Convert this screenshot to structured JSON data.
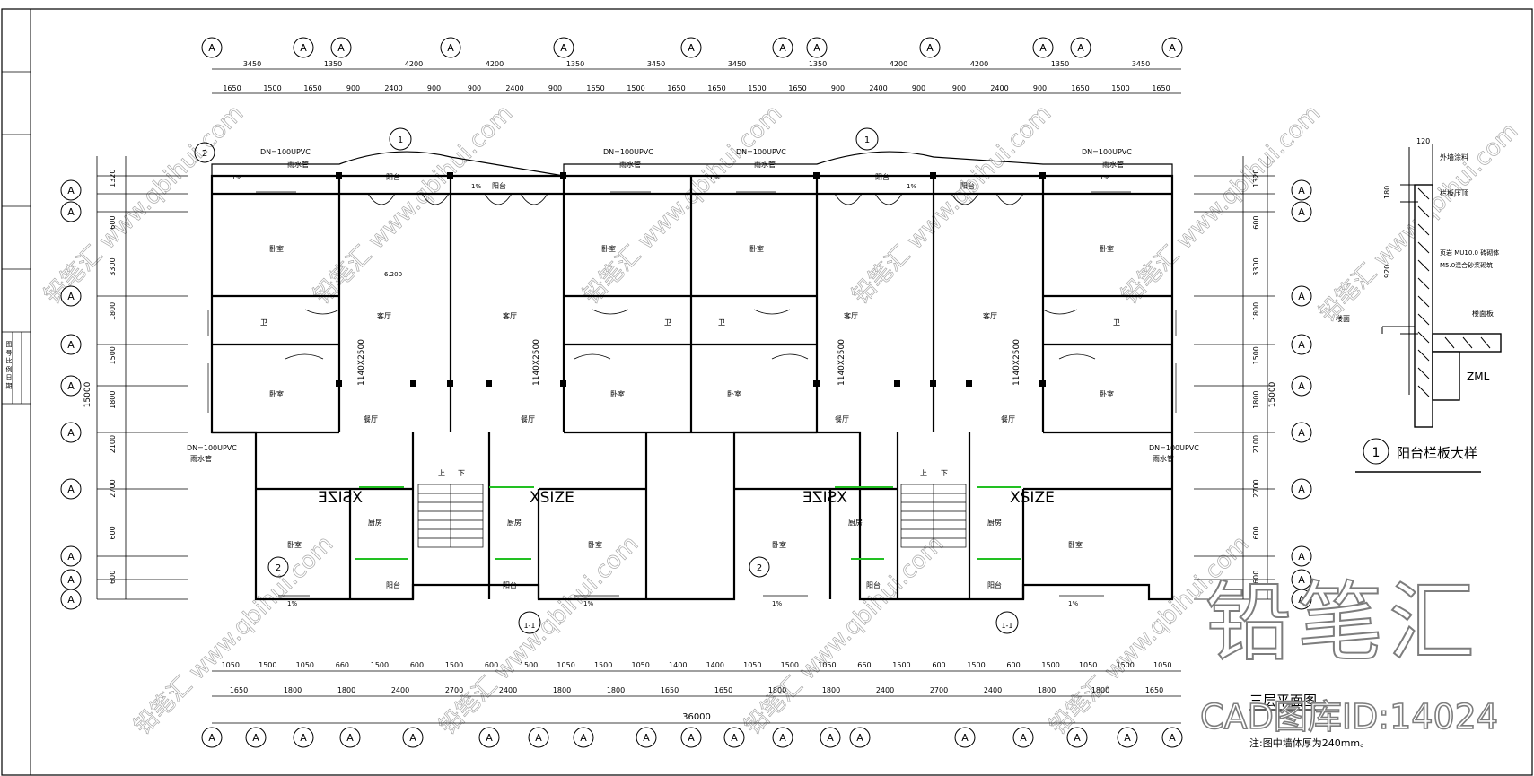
{
  "drawing": {
    "plan_title": "三层平面图",
    "plan_note": "注:图中墙体厚为240mm。",
    "axis_bubble_label": "A",
    "total_dimension": "36000",
    "top_dims_row1": [
      "3450",
      "1350",
      "4200",
      "4200",
      "1350",
      "3450",
      "3450",
      "1350",
      "4200",
      "4200",
      "1350",
      "3450"
    ],
    "top_dims_row2": [
      "1650",
      "1500",
      "1650",
      "900",
      "2400",
      "900",
      "900",
      "2400",
      "900",
      "1650",
      "1500",
      "1650",
      "1650",
      "1500",
      "1650",
      "900",
      "2400",
      "900",
      "900",
      "2400",
      "900",
      "1650",
      "1500",
      "1650"
    ],
    "bottom_dims_row1": [
      "1050",
      "1500",
      "1050",
      "660",
      "1500",
      "600",
      "1500",
      "600",
      "1500",
      "1050",
      "1500",
      "1050",
      "1400",
      "1400",
      "1050",
      "1500",
      "1050",
      "660",
      "1500",
      "600",
      "1500",
      "600",
      "1500",
      "1050",
      "1500",
      "1050"
    ],
    "bottom_dims_row2": [
      "1650",
      "1800",
      "1800",
      "2400",
      "2700",
      "2400",
      "1800",
      "1800",
      "1650",
      "1650",
      "1800",
      "1800",
      "2400",
      "2700",
      "2400",
      "1800",
      "1800",
      "1650"
    ],
    "left_dims_outer": [
      "1320",
      "600",
      "3300",
      "1800",
      "1500",
      "1800",
      "2100",
      "2700",
      "600",
      "600"
    ],
    "left_total": "15000",
    "right_dims_outer": [
      "1320",
      "600",
      "3300",
      "1800",
      "1500",
      "1800",
      "2100",
      "2700",
      "600",
      "600"
    ],
    "right_total": "15000",
    "room_labels": {
      "living": "客厅",
      "dining": "餐厅",
      "bedroom": "卧室",
      "bath": "卫",
      "kitchen": "厨房",
      "balcony": "阳台",
      "up": "上",
      "down": "下"
    },
    "window_tag": "1140X2500",
    "stair_tag": "XSIZE",
    "pipe_note": "DN=100UPVC",
    "pipe_note_sub": "雨水管",
    "slope_note": "1%",
    "elev_note": "6.200",
    "section_tag": "1-1",
    "callout_1": "1",
    "callout_2": "2",
    "detail": {
      "title": "阳台栏板大样",
      "number": "1",
      "dim_120": "120",
      "dim_180": "180",
      "dim_920": "920",
      "note_finish": "外墙涂料",
      "note_cap": "栏板压顶",
      "note_wall": "页岩  MU10.0  砖砌体",
      "note_mortar": "M5.0混合砂浆砌筑",
      "note_slab": "楼面板",
      "note_floor": "楼面",
      "note_beam": "ZML"
    },
    "title_block_text": "图 号 比 例 日 期"
  },
  "watermark": {
    "brand": "铅笔汇",
    "id_line": "CAD图库ID:14024",
    "diagonal_text": "铅笔汇 www.qbihui.com"
  }
}
